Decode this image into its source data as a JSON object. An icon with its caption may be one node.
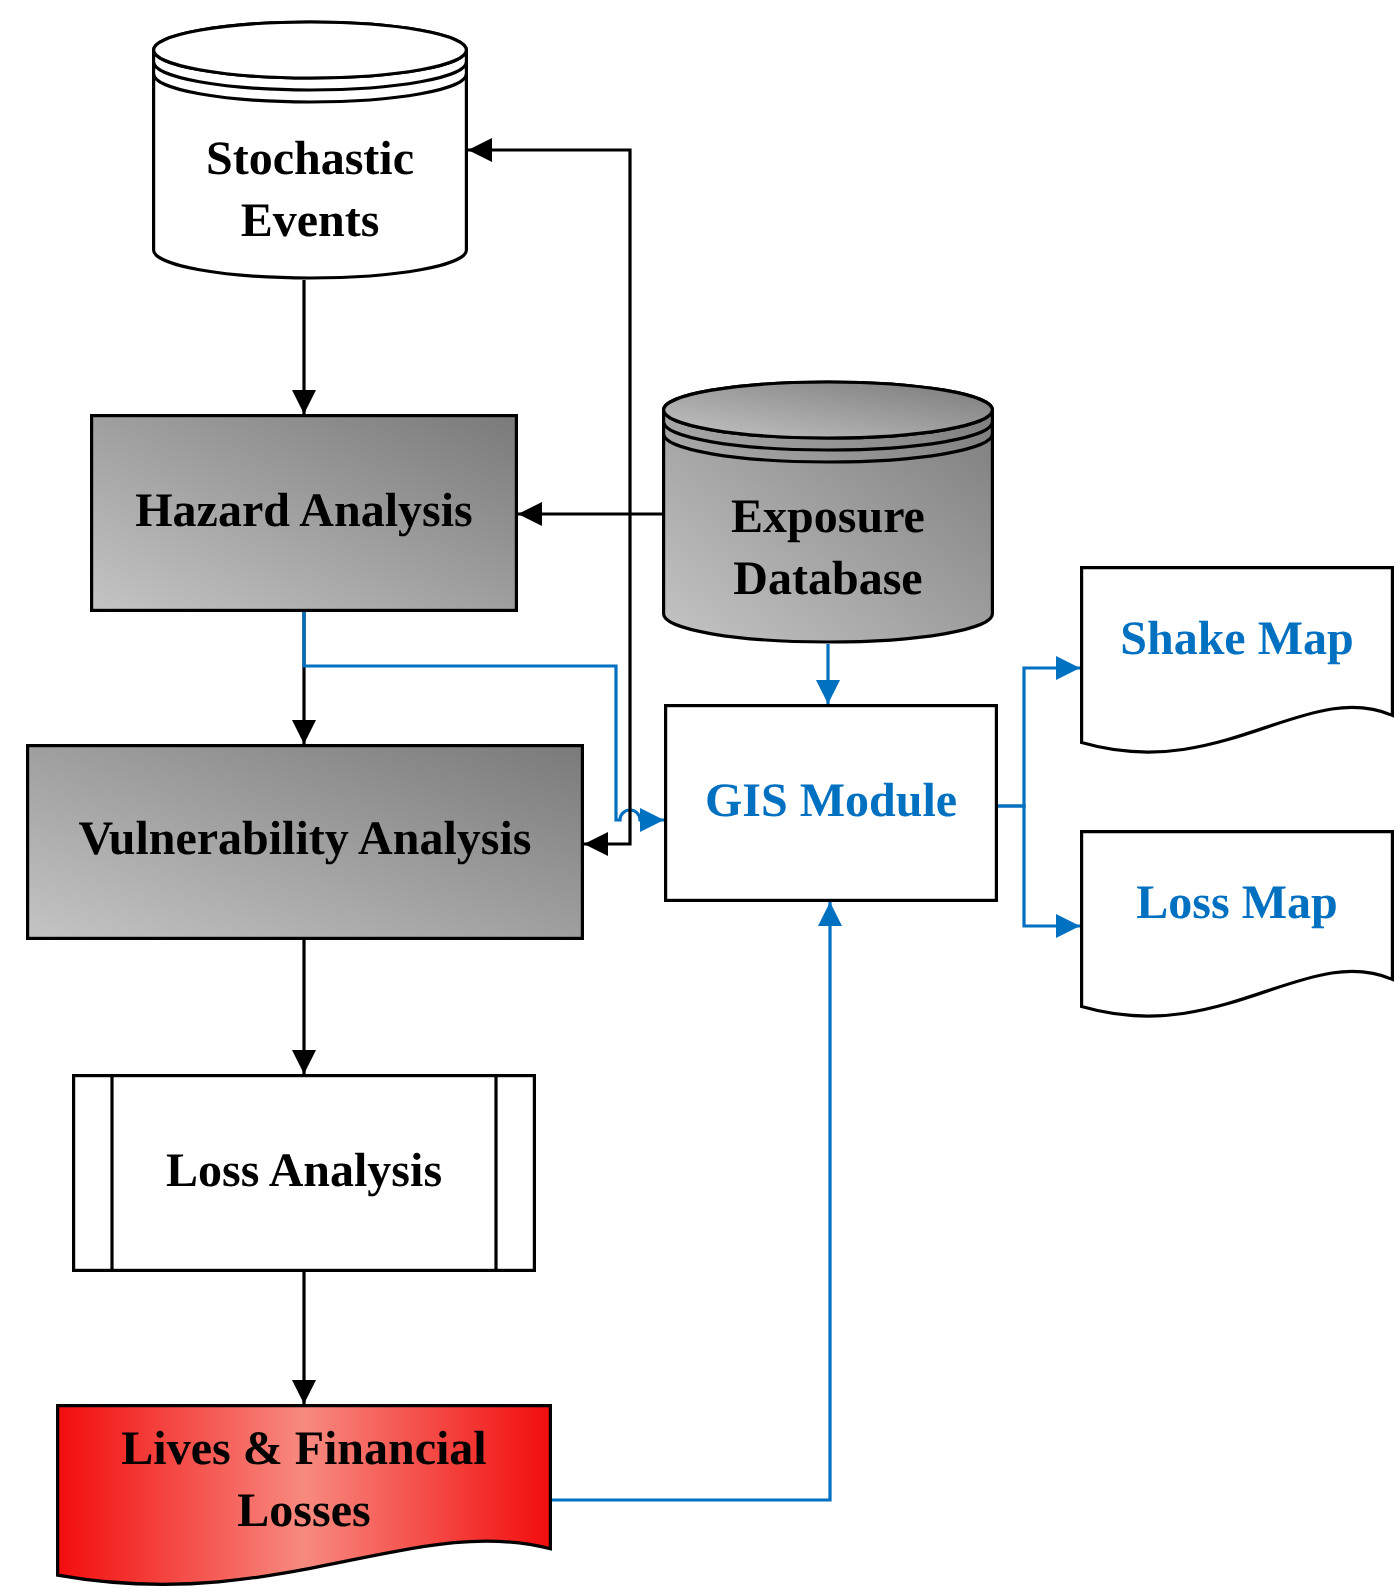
{
  "diagram": {
    "nodes": [
      {
        "text": [
          "Stochastic Events"
        ]
      },
      {
        "text": [
          "Hazard Analysis"
        ]
      },
      {
        "text": [
          "Exposure Database"
        ]
      },
      {
        "text": [
          "Vulnerability Analysis"
        ]
      },
      {
        "text": [
          "GIS Module"
        ]
      },
      {
        "text": [
          "Shake Map"
        ]
      },
      {
        "text": [
          "Loss Map"
        ]
      },
      {
        "text": [
          "Loss Analysis"
        ]
      },
      {
        "text": [
          "Lives & Financial Losses"
        ]
      }
    ],
    "edges": [
      {
        "from": 0,
        "to": 1,
        "arrow": "to"
      },
      {
        "from": 2,
        "to": 1,
        "arrow": "to"
      },
      {
        "from": 1,
        "to": 3,
        "arrow": "to"
      },
      {
        "from": 1,
        "to": 4,
        "arrow": "to",
        "color": "#0070c0"
      },
      {
        "from": 3,
        "to": 0,
        "arrow": "both"
      },
      {
        "from": 2,
        "to": 4,
        "arrow": "to",
        "color": "#0070c0"
      },
      {
        "from": 4,
        "to": 5,
        "arrow": "to",
        "color": "#0070c0"
      },
      {
        "from": 4,
        "to": 6,
        "arrow": "to",
        "color": "#0070c0"
      },
      {
        "from": 3,
        "to": 7,
        "arrow": "to"
      },
      {
        "from": 7,
        "to": 8,
        "arrow": "to"
      },
      {
        "from": 8,
        "to": 4,
        "arrow": "to",
        "color": "#0070c0"
      }
    ]
  }
}
